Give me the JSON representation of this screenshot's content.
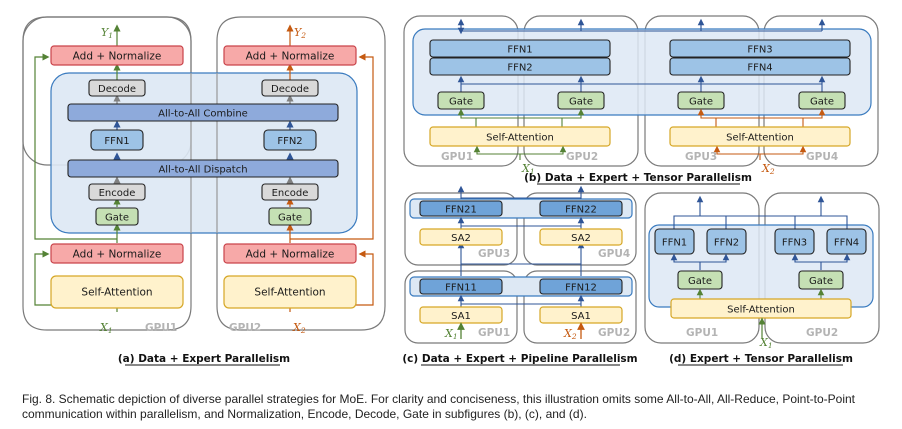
{
  "figure": {
    "caption": "Fig. 8. Schematic depiction of diverse parallel strategies for MoE. For clarity and conciseness, this illustration omits some All-to-All, All-Reduce, Point-to-Point communication within parallelism, and Normalization, Encode, Decode, Gate in subfigures (b), (c), and (d).",
    "colors": {
      "gpu_border": "#7a7a7a",
      "moe_region_fill": "#dde8f4",
      "moe_region_border": "#3a7bbf",
      "add_norm_fill": "#f7a9a8",
      "add_norm_border": "#c9434a",
      "self_attention_fill": "#fff2cc",
      "self_attention_border": "#d6a726",
      "ffn_fill": "#9dc3e6",
      "alltoall_fill": "#8eaadb",
      "gate_fill": "#c5e0b4",
      "enc_dec_fill": "#d9d9d9",
      "input1_arrow": "#548235",
      "input2_arrow": "#c55a11",
      "expert_arrow": "#2f5597",
      "gpu_label": "#b4b4b4"
    }
  },
  "panel_a": {
    "title": "(a) Data + Expert Parallelism",
    "gpu1": "GPU1",
    "gpu2": "GPU2",
    "add_normalize": "Add + Normalize",
    "self_attention": "Self-Attention",
    "decode": "Decode",
    "encode": "Encode",
    "gate": "Gate",
    "combine": "All-to-All Combine",
    "dispatch": "All-to-All Dispatch",
    "ffn_left": "FFN1",
    "ffn_right": "FFN2",
    "x1": "X",
    "x1_sub": "1",
    "x2": "X",
    "x2_sub": "2",
    "y1": "Y",
    "y1_sub": "1",
    "y2": "Y",
    "y2_sub": "2"
  },
  "panel_b": {
    "title": "(b) Data + Expert + Tensor Parallelism",
    "gpus": [
      "GPU1",
      "GPU2",
      "GPU3",
      "GPU4"
    ],
    "ffn_a_top": "FFN1",
    "ffn_a_bottom": "FFN2",
    "ffn_b_top": "FFN3",
    "ffn_b_bottom": "FFN4",
    "gate": "Gate",
    "self_attention": "Self-Attention",
    "x1": "X",
    "x1_sub": "1",
    "x2": "X",
    "x2_sub": "2"
  },
  "panel_c": {
    "title": "(c) Data + Expert + Pipeline Parallelism",
    "gpus": [
      "GPU1",
      "GPU2",
      "GPU3",
      "GPU4"
    ],
    "ffn21": "FFN21",
    "ffn22": "FFN22",
    "ffn11": "FFN11",
    "ffn12": "FFN12",
    "sa2": "SA2",
    "sa1": "SA1",
    "x1": "X",
    "x1_sub": "1",
    "x2": "X",
    "x2_sub": "2"
  },
  "panel_d": {
    "title": "(d) Expert + Tensor Parallelism",
    "gpus": [
      "GPU1",
      "GPU2"
    ],
    "ffns": [
      "FFN1",
      "FFN2",
      "FFN3",
      "FFN4"
    ],
    "gate": "Gate",
    "self_attention": "Self-Attention",
    "x1": "X",
    "x1_sub": "1"
  }
}
